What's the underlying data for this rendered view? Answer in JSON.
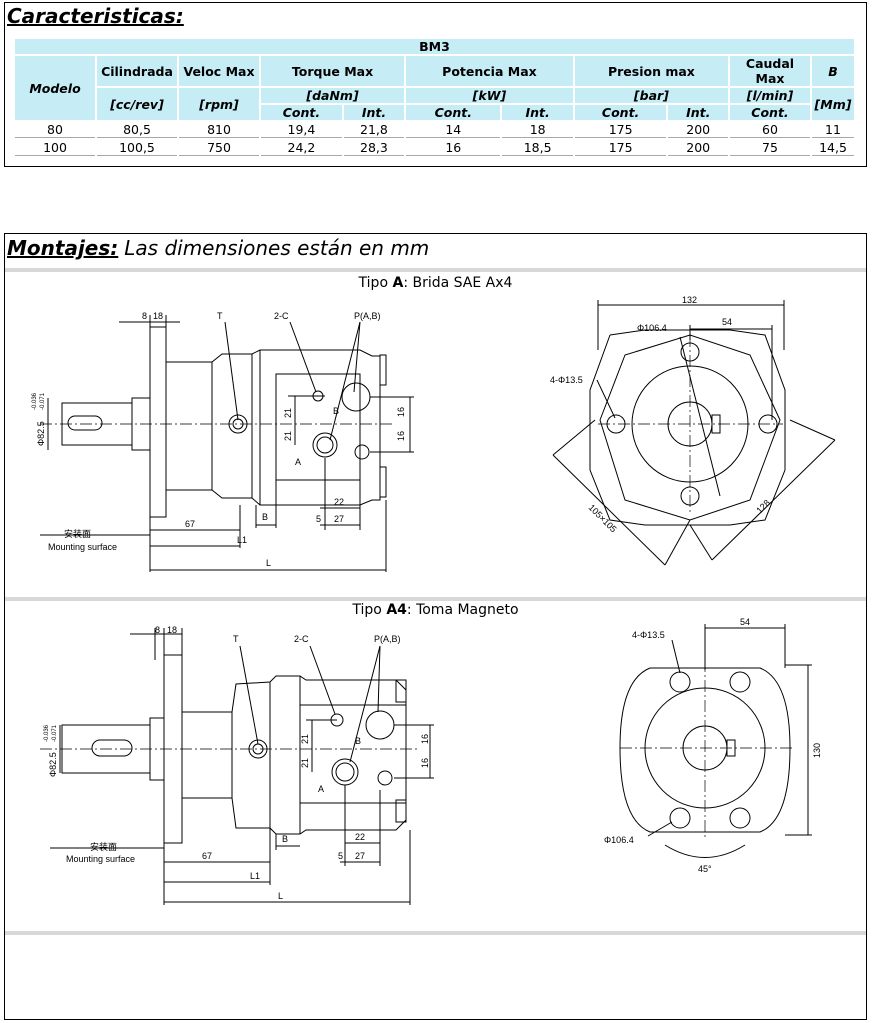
{
  "caracteristicas": {
    "heading": "Caracteristicas:",
    "table": {
      "group": "BM3",
      "headers": {
        "modelo": "Modelo",
        "cilindrada": "Cilindrada",
        "veloc_max": "Veloc Max",
        "torque_max": "Torque Max",
        "potencia_max": "Potencia Max",
        "presion_max": "Presion max",
        "caudal_max": "Caudal Max",
        "b": "B"
      },
      "units": {
        "cilindrada": "[cc/rev]",
        "veloc_max": "[rpm]",
        "torque_max": "[daNm]",
        "potencia_max": "[kW]",
        "presion_max": "[bar]",
        "caudal_max": "[l/min]",
        "b": "[Mm]"
      },
      "sub": {
        "cont": "Cont.",
        "int": "Int."
      },
      "rows": [
        [
          "80",
          "80,5",
          "810",
          "19,4",
          "21,8",
          "14",
          "18",
          "175",
          "200",
          "60",
          "11"
        ],
        [
          "100",
          "100,5",
          "750",
          "24,2",
          "28,3",
          "16",
          "18,5",
          "175",
          "200",
          "75",
          "14,5"
        ]
      ]
    }
  },
  "montajes": {
    "heading": "Montajes:",
    "subtitle": "Las dimensiones están en mm",
    "tipo_a": {
      "prefix": "Tipo ",
      "code": "A",
      "suffix": ": Brida SAE Ax4",
      "labels": {
        "dim_8": "8",
        "dim_18": "18",
        "t": "T",
        "c2": "2-C",
        "pab": "P(A,B)",
        "phi": "Φ82.5",
        "tol_top": "-0.036",
        "tol_bot": "-0.071",
        "d21a": "21",
        "d21b": "21",
        "d16a": "16",
        "d16b": "16",
        "b_port": "B",
        "a_port": "A",
        "d67": "67",
        "b_dim": "B",
        "d22": "22",
        "d5": "5",
        "d27": "27",
        "l1": "L1",
        "l": "L",
        "mount_cn": "安装面",
        "mount_en": "Mounting surface",
        "d132": "132",
        "d106": "Φ106.4",
        "d54": "54",
        "holes": "4-Φ13.5",
        "d105": "105×105",
        "d128": "128"
      }
    },
    "tipo_a4": {
      "prefix": "Tipo ",
      "code": "A4",
      "suffix": ": Toma Magneto",
      "labels": {
        "dim_8": "8",
        "dim_18": "18",
        "t": "T",
        "c2": "2-C",
        "pab": "P(A,B)",
        "phi": "Φ82.5",
        "tol_top": "-0.036",
        "tol_bot": "-0.071",
        "d21a": "21",
        "d21b": "21",
        "d16a": "16",
        "d16b": "16",
        "b_port": "B",
        "a_port": "A",
        "d67": "67",
        "b_dim": "B",
        "d22": "22",
        "d5": "5",
        "d27": "27",
        "l1": "L1",
        "l": "L",
        "mount_cn": "安装面",
        "mount_en": "Mounting surface",
        "holes": "4-Φ13.5",
        "d54": "54",
        "d130": "130",
        "d106": "Φ106.4",
        "d45": "45°"
      }
    }
  }
}
